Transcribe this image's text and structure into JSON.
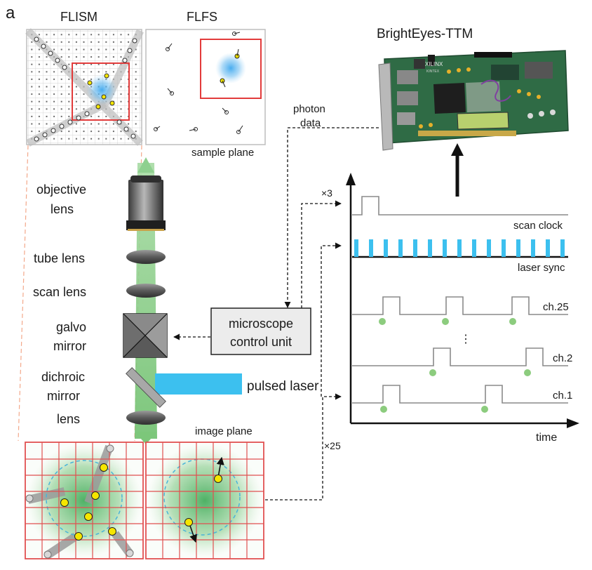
{
  "panel_letter": "a",
  "titles": {
    "flism": "FLISM",
    "flfs": "FLFS",
    "board": "BrightEyes-TTM"
  },
  "labels": {
    "sample_plane": "sample plane",
    "image_plane": "image plane",
    "photon_data_line1": "photon",
    "photon_data_line2": "data",
    "objective_line1": "objective",
    "objective_line2": "lens",
    "tube_lens": "tube lens",
    "scan_lens": "scan lens",
    "galvo_line1": "galvo",
    "galvo_line2": "mirror",
    "dichroic_line1": "dichroic",
    "dichroic_line2": "mirror",
    "lens": "lens",
    "control_line1": "microscope",
    "control_line2": "control unit",
    "pulsed_laser": "pulsed laser",
    "x3": "×3",
    "x25": "×25"
  },
  "timing": {
    "scan_clock": "scan clock",
    "laser_sync": "laser sync",
    "ch25": "ch.25",
    "ch2": "ch.2",
    "ch1": "ch.1",
    "time": "time",
    "dots": "⋮"
  },
  "board_text": {
    "chip": "XILINX",
    "brand": "KINTEX"
  },
  "colors": {
    "laser_blue": "#3cc0ef",
    "green_beam": "#8fd08f",
    "detector_red": "#e23b3b",
    "photon_yellow": "#f5e600",
    "dot_green": "#8ccc7e",
    "board_green": "#2f6b45"
  }
}
